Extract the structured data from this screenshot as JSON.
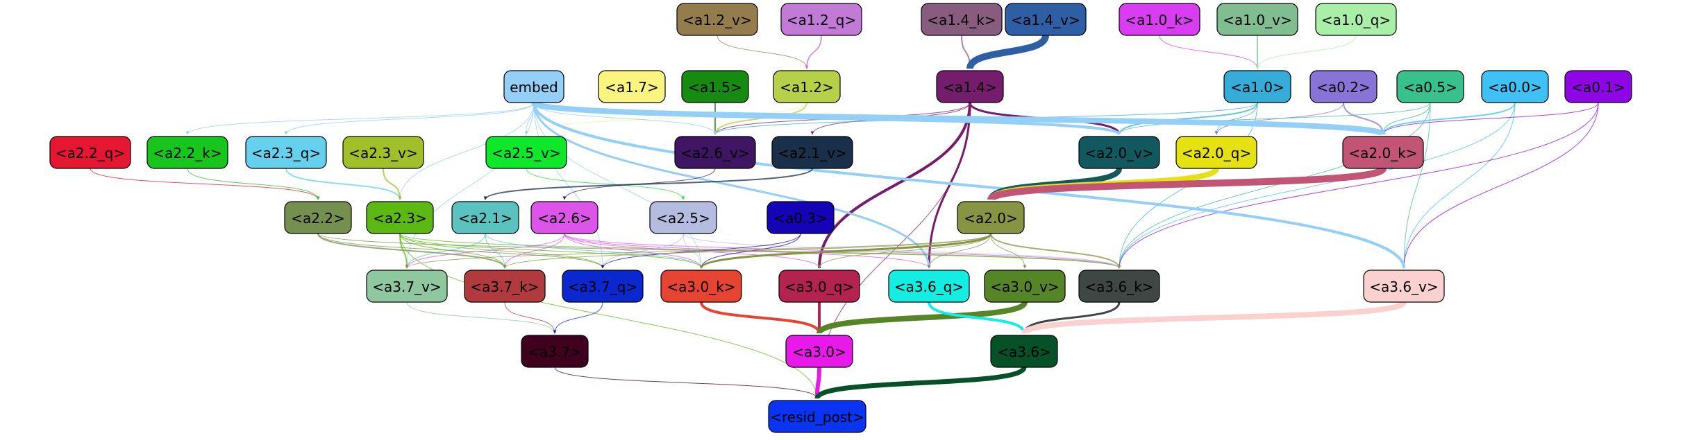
{
  "nodes": [
    {
      "id": "a1_2_v",
      "label": "<a1.2_v>",
      "fill": "#957c4c",
      "text": "#000000"
    },
    {
      "id": "a1_2_q",
      "label": "<a1.2_q>",
      "fill": "#c17ad6",
      "text": "#000000"
    },
    {
      "id": "a1_4_k",
      "label": "<a1.4_k>",
      "fill": "#875c7f",
      "text": "#000000"
    },
    {
      "id": "a1_4_v",
      "label": "<a1.4_v>",
      "fill": "#2e5ea3",
      "text": "#000000"
    },
    {
      "id": "a1_0_k",
      "label": "<a1.0_k>",
      "fill": "#d93df2",
      "text": "#000000"
    },
    {
      "id": "a1_0_v",
      "label": "<a1.0_v>",
      "fill": "#80bd90",
      "text": "#000000"
    },
    {
      "id": "a1_0_q",
      "label": "<a1.0_q>",
      "fill": "#a9efa7",
      "text": "#000000"
    },
    {
      "id": "embed",
      "label": "embed",
      "fill": "#94cff8",
      "text": "#000000"
    },
    {
      "id": "a1_7",
      "label": "<a1.7>",
      "fill": "#fbf47f",
      "text": "#000000"
    },
    {
      "id": "a1_5",
      "label": "<a1.5>",
      "fill": "#168a11",
      "text": "#000000"
    },
    {
      "id": "a1_2",
      "label": "<a1.2>",
      "fill": "#b7d04a",
      "text": "#000000"
    },
    {
      "id": "a1_4",
      "label": "<a1.4>",
      "fill": "#741d6d",
      "text": "#000000"
    },
    {
      "id": "a1_0",
      "label": "<a1.0>",
      "fill": "#34acd7",
      "text": "#000000"
    },
    {
      "id": "a0_2",
      "label": "<a0.2>",
      "fill": "#8973d6",
      "text": "#000000"
    },
    {
      "id": "a0_5",
      "label": "<a0.5>",
      "fill": "#38c08d",
      "text": "#000000"
    },
    {
      "id": "a0_0",
      "label": "<a0.0>",
      "fill": "#40c1f6",
      "text": "#000000"
    },
    {
      "id": "a0_1",
      "label": "<a0.1>",
      "fill": "#8f06e6",
      "text": "#000000"
    },
    {
      "id": "a2_2_q",
      "label": "<a2.2_q>",
      "fill": "#e51632",
      "text": "#000000"
    },
    {
      "id": "a2_2_k",
      "label": "<a2.2_k>",
      "fill": "#18c51c",
      "text": "#000000"
    },
    {
      "id": "a2_3_q",
      "label": "<a2.3_q>",
      "fill": "#65d1ee",
      "text": "#000000"
    },
    {
      "id": "a2_3_v",
      "label": "<a2.3_v>",
      "fill": "#a1bf29",
      "text": "#000000"
    },
    {
      "id": "a2_5_v",
      "label": "<a2.5_v>",
      "fill": "#0fe72a",
      "text": "#000000"
    },
    {
      "id": "a2_6_v",
      "label": "<a2.6_v>",
      "fill": "#3e1563",
      "text": "#000000"
    },
    {
      "id": "a2_1_v",
      "label": "<a2.1_v>",
      "fill": "#1a2f49",
      "text": "#000000"
    },
    {
      "id": "a2_0_v",
      "label": "<a2.0_v>",
      "fill": "#12585f",
      "text": "#000000"
    },
    {
      "id": "a2_0_q",
      "label": "<a2.0_q>",
      "fill": "#e6e111",
      "text": "#000000"
    },
    {
      "id": "a2_0_k",
      "label": "<a2.0_k>",
      "fill": "#c25575",
      "text": "#000000"
    },
    {
      "id": "a2_2",
      "label": "<a2.2>",
      "fill": "#758f4e",
      "text": "#000000"
    },
    {
      "id": "a2_3",
      "label": "<a2.3>",
      "fill": "#5cb914",
      "text": "#000000"
    },
    {
      "id": "a2_1",
      "label": "<a2.1>",
      "fill": "#5ac3c0",
      "text": "#000000"
    },
    {
      "id": "a2_6",
      "label": "<a2.6>",
      "fill": "#dd55e8",
      "text": "#000000"
    },
    {
      "id": "a2_5",
      "label": "<a2.5>",
      "fill": "#b4bde0",
      "text": "#000000"
    },
    {
      "id": "a0_3",
      "label": "<a0.3>",
      "fill": "#1504b6",
      "text": "#000000"
    },
    {
      "id": "a2_0",
      "label": "<a2.0>",
      "fill": "#879444",
      "text": "#000000"
    },
    {
      "id": "a3_7_v",
      "label": "<a3.7_v>",
      "fill": "#8fc89f",
      "text": "#000000"
    },
    {
      "id": "a3_7_k",
      "label": "<a3.7_k>",
      "fill": "#b03a3d",
      "text": "#000000"
    },
    {
      "id": "a3_7_q",
      "label": "<a3.7_q>",
      "fill": "#0b28cf",
      "text": "#000000"
    },
    {
      "id": "a3_0_k",
      "label": "<a3.0_k>",
      "fill": "#e54433",
      "text": "#000000"
    },
    {
      "id": "a3_0_q",
      "label": "<a3.0_q>",
      "fill": "#b3234f",
      "text": "#000000"
    },
    {
      "id": "a3_6_q",
      "label": "<a3.6_q>",
      "fill": "#16ede2",
      "text": "#000000"
    },
    {
      "id": "a3_0_v",
      "label": "<a3.0_v>",
      "fill": "#568528",
      "text": "#000000"
    },
    {
      "id": "a3_6_k",
      "label": "<a3.6_k>",
      "fill": "#3f4744",
      "text": "#000000"
    },
    {
      "id": "a3_6_v",
      "label": "<a3.6_v>",
      "fill": "#fbd1d0",
      "text": "#000000"
    },
    {
      "id": "a3_7",
      "label": "<a3.7>",
      "fill": "#400020",
      "text": "#000000"
    },
    {
      "id": "a3_0",
      "label": "<a3.0>",
      "fill": "#e71ae9",
      "text": "#000000"
    },
    {
      "id": "a3_6",
      "label": "<a3.6>",
      "fill": "#075129",
      "text": "#000000"
    },
    {
      "id": "resid_post",
      "label": "<resid_post>",
      "fill": "#0934f4",
      "text": "#000000"
    }
  ],
  "edges": [
    {
      "from": "a1_2_v",
      "to": "a1_2",
      "color": "#957c4c",
      "weight": 1
    },
    {
      "from": "a1_2_q",
      "to": "a1_2",
      "color": "#c17ad6",
      "weight": 2
    },
    {
      "from": "a1_4_k",
      "to": "a1_4",
      "color": "#875c7f",
      "weight": 2
    },
    {
      "from": "a1_4_v",
      "to": "a1_4",
      "color": "#2e5ea3",
      "weight": 10
    },
    {
      "from": "a1_0_k",
      "to": "a1_0",
      "color": "#d93df2",
      "weight": 1
    },
    {
      "from": "a1_0_v",
      "to": "a1_0",
      "color": "#80bd90",
      "weight": 2
    },
    {
      "from": "a1_0_q",
      "to": "a1_0",
      "color": "#a9efa7",
      "weight": 1
    },
    {
      "from": "a1_5",
      "to": "a2_6_v",
      "color": "#168a11",
      "weight": 2
    },
    {
      "from": "a1_2",
      "to": "a2_6_v",
      "color": "#b7d04a",
      "weight": 2
    },
    {
      "from": "a1_2",
      "to": "a2_5_v",
      "color": "#fbf47f",
      "weight": 1
    },
    {
      "from": "a1_4",
      "to": "a2_1_v",
      "color": "#741d6d",
      "weight": 1
    },
    {
      "from": "a1_4",
      "to": "a2_6_v",
      "color": "#741d6d",
      "weight": 1
    },
    {
      "from": "a1_4",
      "to": "a2_0_v",
      "color": "#741d6d",
      "weight": 3
    },
    {
      "from": "a1_4",
      "to": "a3_0_q",
      "color": "#741d6d",
      "weight": 4
    },
    {
      "from": "a1_4",
      "to": "a3_6_q",
      "color": "#741d6d",
      "weight": 3
    },
    {
      "from": "a1_4",
      "to": "resid_post",
      "color": "#741d6d",
      "weight": 1
    },
    {
      "from": "a1_0",
      "to": "a2_0_v",
      "color": "#34acd7",
      "weight": 2
    },
    {
      "from": "a1_0",
      "to": "a2_0_q",
      "color": "#34acd7",
      "weight": 1
    },
    {
      "from": "a1_0",
      "to": "a2_6_v",
      "color": "#34acd7",
      "weight": 1
    },
    {
      "from": "a1_0",
      "to": "a3_6_k",
      "color": "#34acd7",
      "weight": 1
    },
    {
      "from": "a0_2",
      "to": "a2_0_k",
      "color": "#8973d6",
      "weight": 2
    },
    {
      "from": "a0_2",
      "to": "a2_0_q",
      "color": "#8973d6",
      "weight": 1
    },
    {
      "from": "a0_5",
      "to": "a2_0_k",
      "color": "#38c08d",
      "weight": 1
    },
    {
      "from": "a0_5",
      "to": "a2_0_v",
      "color": "#38c08d",
      "weight": 1
    },
    {
      "from": "a0_5",
      "to": "a3_6_v",
      "color": "#38c08d",
      "weight": 1
    },
    {
      "from": "a0_5",
      "to": "a3_6_k",
      "color": "#38c08d",
      "weight": 1
    },
    {
      "from": "a0_0",
      "to": "a2_0_k",
      "color": "#40c1f6",
      "weight": 2
    },
    {
      "from": "a0_0",
      "to": "a3_6_v",
      "color": "#40c1f6",
      "weight": 1
    },
    {
      "from": "a0_0",
      "to": "a3_6_k",
      "color": "#40c1f6",
      "weight": 1
    },
    {
      "from": "a0_1",
      "to": "a2_0_k",
      "color": "#8f06e6",
      "weight": 1
    },
    {
      "from": "a0_1",
      "to": "a3_6_v",
      "color": "#8f06e6",
      "weight": 1
    },
    {
      "from": "a0_1",
      "to": "a3_6_k",
      "color": "#8f06e6",
      "weight": 1
    },
    {
      "from": "embed",
      "to": "a2_0_k",
      "color": "#94cff8",
      "weight": 8
    },
    {
      "from": "embed",
      "to": "a2_0_v",
      "color": "#94cff8",
      "weight": 4
    },
    {
      "from": "embed",
      "to": "a3_6_v",
      "color": "#94cff8",
      "weight": 4
    },
    {
      "from": "embed",
      "to": "a3_6_q",
      "color": "#94cff8",
      "weight": 3
    },
    {
      "from": "embed",
      "to": "a2_5_v",
      "color": "#94cff8",
      "weight": 1
    },
    {
      "from": "embed",
      "to": "a2_6_v",
      "color": "#94cff8",
      "weight": 1
    },
    {
      "from": "embed",
      "to": "a2_2_k",
      "color": "#94cff8",
      "weight": 1
    },
    {
      "from": "embed",
      "to": "a2_3_q",
      "color": "#94cff8",
      "weight": 1
    },
    {
      "from": "embed",
      "to": "a2_3",
      "color": "#94cff8",
      "weight": 1
    },
    {
      "from": "embed",
      "to": "a3_7_v",
      "color": "#94cff8",
      "weight": 1
    },
    {
      "from": "embed",
      "to": "a3_7_q",
      "color": "#94cff8",
      "weight": 1
    },
    {
      "from": "embed",
      "to": "a3_0_k",
      "color": "#94cff8",
      "weight": 1
    },
    {
      "from": "a2_2_q",
      "to": "a2_2",
      "color": "#e51632",
      "weight": 1
    },
    {
      "from": "a2_2_k",
      "to": "a2_2",
      "color": "#18c51c",
      "weight": 1
    },
    {
      "from": "a2_3_q",
      "to": "a2_3",
      "color": "#65d1ee",
      "weight": 2
    },
    {
      "from": "a2_3_v",
      "to": "a2_3",
      "color": "#a1bf29",
      "weight": 2
    },
    {
      "from": "a2_5_v",
      "to": "a2_5",
      "color": "#0fe72a",
      "weight": 1
    },
    {
      "from": "a2_6_v",
      "to": "a2_6",
      "color": "#3e1563",
      "weight": 1
    },
    {
      "from": "a2_1_v",
      "to": "a2_1",
      "color": "#1a2f49",
      "weight": 2
    },
    {
      "from": "a2_0_v",
      "to": "a2_0",
      "color": "#12585f",
      "weight": 8
    },
    {
      "from": "a2_0_q",
      "to": "a2_0",
      "color": "#e6e111",
      "weight": 8
    },
    {
      "from": "a2_0_k",
      "to": "a2_0",
      "color": "#c25575",
      "weight": 10
    },
    {
      "from": "a2_2",
      "to": "a3_7_k",
      "color": "#758f4e",
      "weight": 2
    },
    {
      "from": "a2_2",
      "to": "a3_7_q",
      "color": "#758f4e",
      "weight": 1
    },
    {
      "from": "a2_2",
      "to": "a3_6_k",
      "color": "#758f4e",
      "weight": 1
    },
    {
      "from": "a2_3",
      "to": "a3_7_v",
      "color": "#5cb914",
      "weight": 2
    },
    {
      "from": "a2_3",
      "to": "a3_7_k",
      "color": "#5cb914",
      "weight": 1
    },
    {
      "from": "a2_3",
      "to": "a3_7_q",
      "color": "#5cb914",
      "weight": 1
    },
    {
      "from": "a2_3",
      "to": "a3_0_k",
      "color": "#5cb914",
      "weight": 1
    },
    {
      "from": "a2_3",
      "to": "a3_6_k",
      "color": "#5cb914",
      "weight": 1
    },
    {
      "from": "a2_3",
      "to": "resid_post",
      "color": "#5cb914",
      "weight": 1
    },
    {
      "from": "a2_1",
      "to": "a3_7_v",
      "color": "#5ac3c0",
      "weight": 1
    },
    {
      "from": "a2_1",
      "to": "a3_7_k",
      "color": "#5ac3c0",
      "weight": 1
    },
    {
      "from": "a2_1",
      "to": "a3_0_k",
      "color": "#5ac3c0",
      "weight": 1
    },
    {
      "from": "a2_6",
      "to": "a3_7_k",
      "color": "#dd55e8",
      "weight": 1
    },
    {
      "from": "a2_6",
      "to": "a3_0_k",
      "color": "#dd55e8",
      "weight": 1
    },
    {
      "from": "a2_6",
      "to": "a3_0_q",
      "color": "#dd55e8",
      "weight": 1
    },
    {
      "from": "a2_6",
      "to": "a3_6_q",
      "color": "#dd55e8",
      "weight": 1
    },
    {
      "from": "a2_6",
      "to": "a3_6_k",
      "color": "#dd55e8",
      "weight": 1
    },
    {
      "from": "a2_6",
      "to": "a3_7_v",
      "color": "#dd55e8",
      "weight": 1
    },
    {
      "from": "a2_5",
      "to": "a3_0_k",
      "color": "#b4bde0",
      "weight": 1
    },
    {
      "from": "a2_5",
      "to": "a3_6_k",
      "color": "#b4bde0",
      "weight": 1
    },
    {
      "from": "a2_5",
      "to": "a3_7_q",
      "color": "#b4bde0",
      "weight": 1
    },
    {
      "from": "a0_3",
      "to": "a3_0_k",
      "color": "#1504b6",
      "weight": 1
    },
    {
      "from": "a0_3",
      "to": "a3_7_q",
      "color": "#1504b6",
      "weight": 1
    },
    {
      "from": "a2_0",
      "to": "a3_0_k",
      "color": "#879444",
      "weight": 3
    },
    {
      "from": "a2_0",
      "to": "a3_0_q",
      "color": "#879444",
      "weight": 1
    },
    {
      "from": "a2_0",
      "to": "a3_6_q",
      "color": "#879444",
      "weight": 1
    },
    {
      "from": "a2_0",
      "to": "a3_0_v",
      "color": "#879444",
      "weight": 1
    },
    {
      "from": "a2_0",
      "to": "a3_6_k",
      "color": "#879444",
      "weight": 2
    },
    {
      "from": "a2_0",
      "to": "a3_7_k",
      "color": "#879444",
      "weight": 1
    },
    {
      "from": "a2_0",
      "to": "a3_7_v",
      "color": "#879444",
      "weight": 1
    },
    {
      "from": "a3_7_v",
      "to": "a3_7",
      "color": "#8fc89f",
      "weight": 1
    },
    {
      "from": "a3_7_k",
      "to": "a3_7",
      "color": "#b03a3d",
      "weight": 1
    },
    {
      "from": "a3_7_q",
      "to": "a3_7",
      "color": "#0b28cf",
      "weight": 1
    },
    {
      "from": "a3_0_k",
      "to": "a3_0",
      "color": "#e54433",
      "weight": 4
    },
    {
      "from": "a3_0_q",
      "to": "a3_0",
      "color": "#b3234f",
      "weight": 4
    },
    {
      "from": "a3_0_v",
      "to": "a3_0",
      "color": "#568528",
      "weight": 8
    },
    {
      "from": "a3_6_q",
      "to": "a3_6",
      "color": "#16ede2",
      "weight": 4
    },
    {
      "from": "a3_6_k",
      "to": "a3_6",
      "color": "#3f4744",
      "weight": 3
    },
    {
      "from": "a3_6_v",
      "to": "a3_6",
      "color": "#fbd1d0",
      "weight": 8
    },
    {
      "from": "a3_7",
      "to": "resid_post",
      "color": "#400020",
      "weight": 1
    },
    {
      "from": "a3_0",
      "to": "resid_post",
      "color": "#e71ae9",
      "weight": 6
    },
    {
      "from": "a3_6",
      "to": "resid_post",
      "color": "#075129",
      "weight": 7
    }
  ]
}
